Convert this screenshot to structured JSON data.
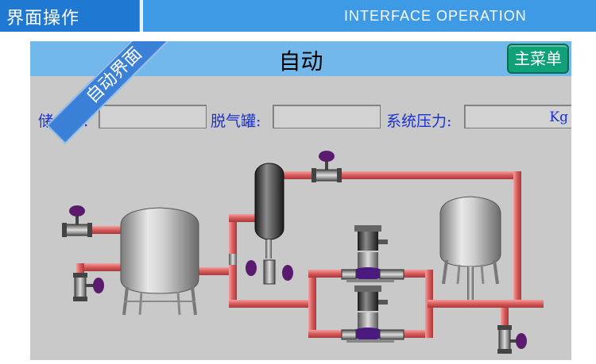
{
  "header": {
    "title_cn": "界面操作",
    "title_en": "INTERFACE  OPERATION"
  },
  "screen": {
    "title": "自动",
    "main_menu_label": "主菜单",
    "ribbon_label": "自动界面"
  },
  "fields": {
    "storage_tank": {
      "label": "储水罐:",
      "value": ""
    },
    "deaerator_tank": {
      "label": "脱气罐:",
      "value": ""
    },
    "system_pressure": {
      "label": "系统压力:",
      "value": "",
      "unit": "Kg"
    }
  },
  "colors": {
    "accent_blue": "#3f9ae6",
    "panel_header": "#73b8eb",
    "menu_button": "#10a178",
    "pipe": "#e07070",
    "valve_handle": "#5a1a6e"
  },
  "icons": [
    "storage-tank-icon",
    "deaerator-tank-icon",
    "pump-icon",
    "pressure-tank-icon",
    "valve-icon"
  ]
}
